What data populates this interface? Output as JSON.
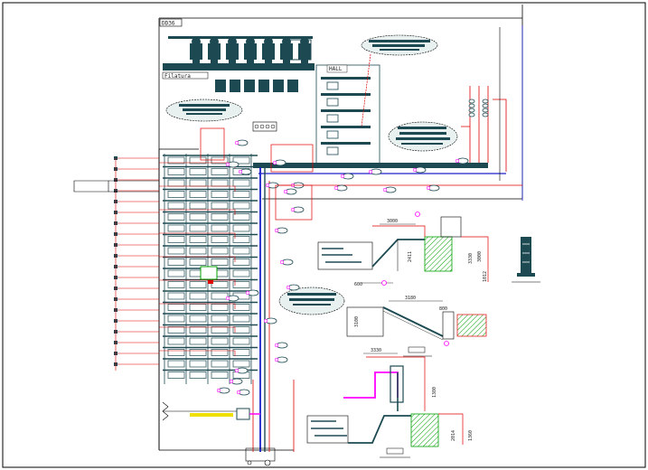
{
  "drawing": {
    "sheet_code": "DD36",
    "plant_label": "Filatura",
    "room_label": "HALL"
  },
  "dimensions": {
    "d1": "3000",
    "d2": "2411",
    "d3": "3330",
    "d4": "3000",
    "d5": "1012",
    "d6": "600",
    "d7": "3180",
    "d8": "3100",
    "d9": "800",
    "d10": "3330",
    "d11": "1380",
    "d12": "2014",
    "d13": "1360"
  },
  "colors": {
    "frame": "#000000",
    "duct": "#1d4a52",
    "pipe_red": "#e00000",
    "pipe_blue": "#1a20c8",
    "accent_magenta": "#ff00ff",
    "accent_yellow": "#f0e000",
    "hatch_green": "#00a000"
  }
}
